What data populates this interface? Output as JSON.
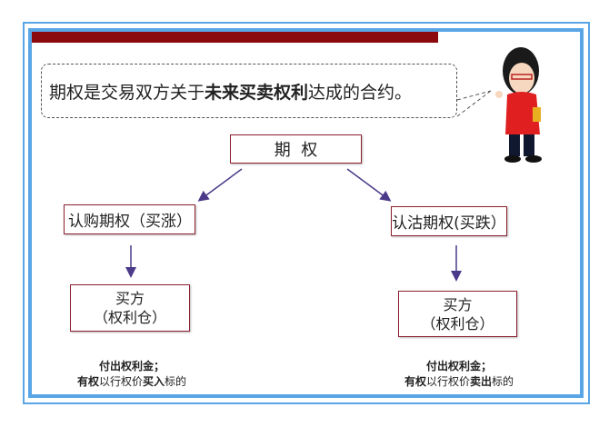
{
  "definition": {
    "pre": "期权是交易双方关于",
    "bold": "未来买卖权利",
    "post": "达成的合约。"
  },
  "root": "期  权",
  "call": {
    "title": "认购期权（买涨）",
    "box_line1": "买方",
    "box_line2": "（权利仓）",
    "note_line1": "付出权利金；",
    "note_b1": "有权",
    "note_mid": "以行权价",
    "note_b2": "买入",
    "note_end": "标的"
  },
  "put": {
    "title": "认沽期权(买跌）",
    "box_line1": "买方",
    "box_line2": "（权利仓）",
    "note_line1": "付出权利金；",
    "note_b1": "有权",
    "note_mid": "以行权价",
    "note_b2": "卖出",
    "note_end": "标的"
  },
  "colors": {
    "frame": "#5aa5e6",
    "bar": "#8b0a0e",
    "arrow": "#4b3a8a"
  }
}
